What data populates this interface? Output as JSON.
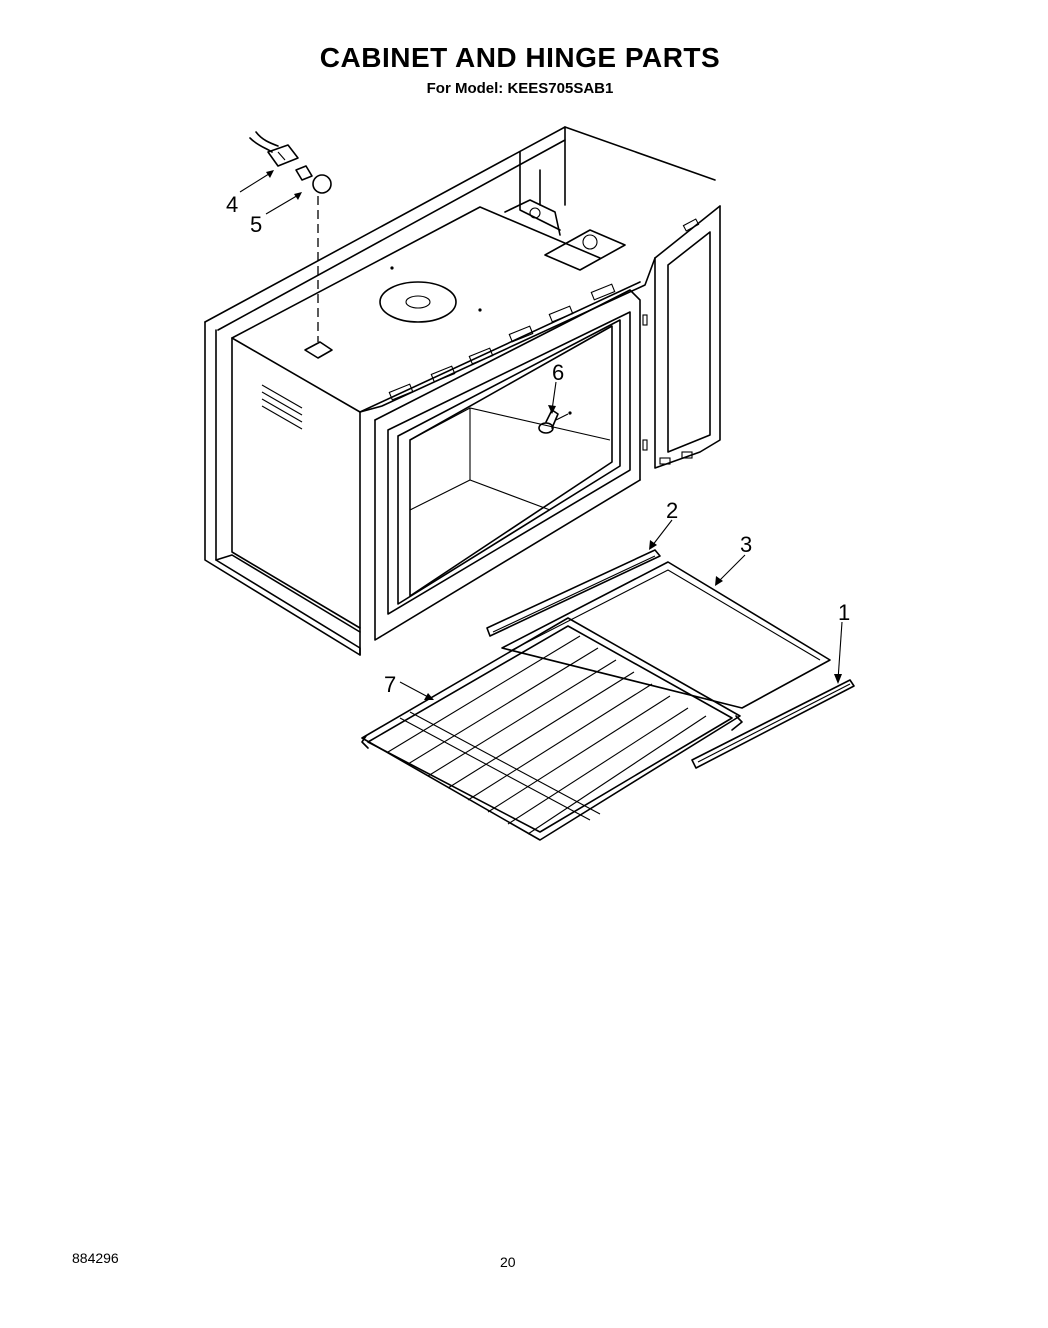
{
  "header": {
    "title": "CABINET AND HINGE PARTS",
    "subtitle": "For Model: KEES705SAB1"
  },
  "callouts": [
    {
      "id": "1",
      "label": "1"
    },
    {
      "id": "2",
      "label": "2"
    },
    {
      "id": "3",
      "label": "3"
    },
    {
      "id": "4",
      "label": "4"
    },
    {
      "id": "5",
      "label": "5"
    },
    {
      "id": "6",
      "label": "6"
    },
    {
      "id": "7",
      "label": "7"
    }
  ],
  "footer": {
    "doc_number": "884296",
    "page_number": "20"
  }
}
